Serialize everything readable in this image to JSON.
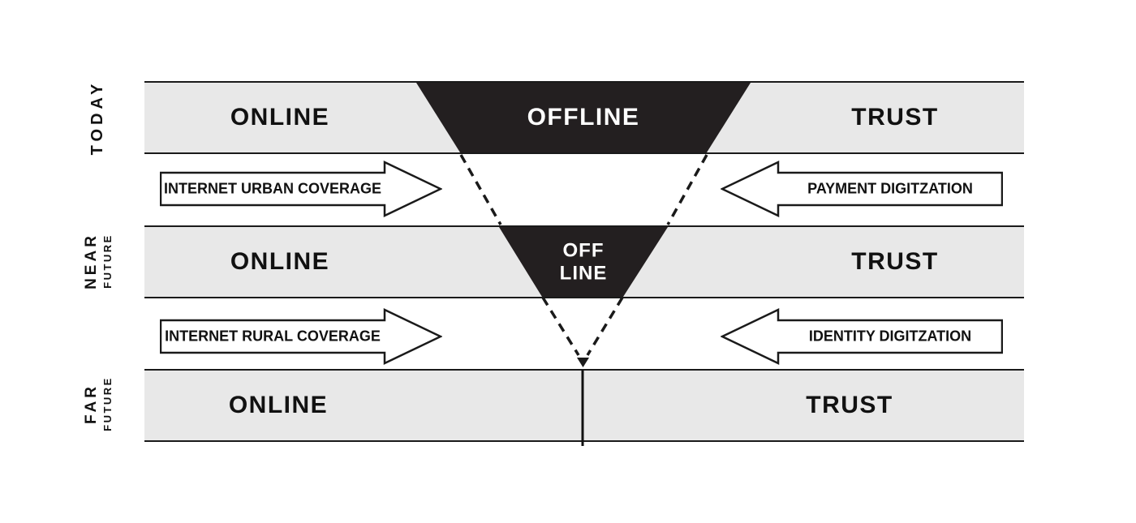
{
  "colors": {
    "band_fill": "#e8e8e8",
    "dark_fill": "#231f20",
    "line": "#1a1a1a"
  },
  "bands": [
    {
      "era_label": "TODAY",
      "era_sublabel": "",
      "segments": {
        "online": "ONLINE",
        "offline": "OFFLINE",
        "trust": "TRUST"
      }
    },
    {
      "era_label": "NEAR",
      "era_sublabel": "FUTURE",
      "segments": {
        "online": "ONLINE",
        "offline_line1": "OFF",
        "offline_line2": "LINE",
        "trust": "TRUST"
      }
    },
    {
      "era_label": "FAR",
      "era_sublabel": "FUTURE",
      "segments": {
        "online": "ONLINE",
        "trust": "TRUST"
      }
    }
  ],
  "arrows": [
    {
      "label": "INTERNET URBAN COVERAGE",
      "direction": "right"
    },
    {
      "label": "PAYMENT DIGITZATION",
      "direction": "left"
    },
    {
      "label": "INTERNET RURAL COVERAGE",
      "direction": "right"
    },
    {
      "label": "IDENTITY DIGITZATION",
      "direction": "left"
    }
  ]
}
